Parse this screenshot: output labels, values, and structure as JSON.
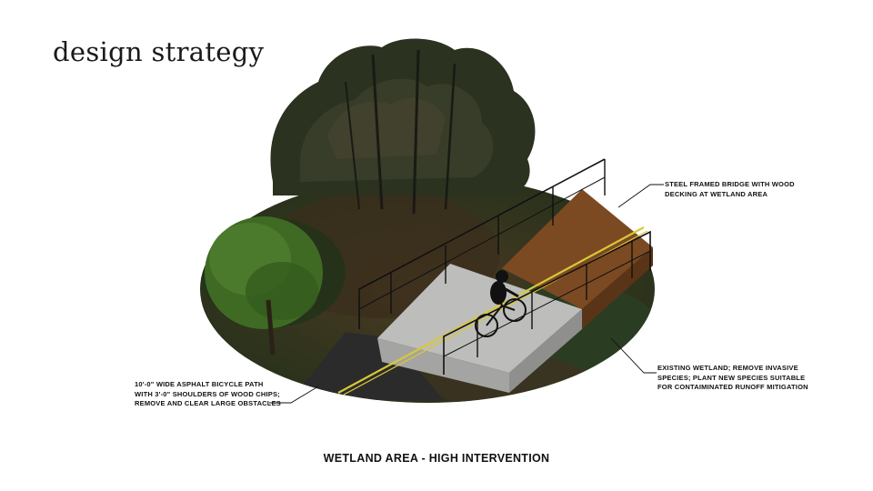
{
  "page": {
    "title": "design strategy",
    "caption": "WETLAND AREA - HIGH INTERVENTION"
  },
  "callouts": {
    "bridge": "STEEL FRAMED BRIDGE WITH WOOD\nDECKING AT WETLAND AREA",
    "wetland": "EXISTING WETLAND; REMOVE INVASIVE\nSPECIES; PLANT NEW SPECIES SUITABLE\nFOR CONTAIMINATED RUNOFF MITIGATION",
    "path": "10'-0\" WIDE ASPHALT BICYCLE PATH\nWITH 3'-0\" SHOULDERS OF WOOD CHIPS;\nREMOVE AND CLEAR LARGE OBSTACLES"
  },
  "colors": {
    "forest": "#2c3a1e",
    "canopy": "#3a4a28",
    "asphalt": "#2a2a2a",
    "concrete": "#b8b8b6",
    "deck": "#7a4a22",
    "stripe": "#d8c838",
    "rail": "#111111"
  }
}
